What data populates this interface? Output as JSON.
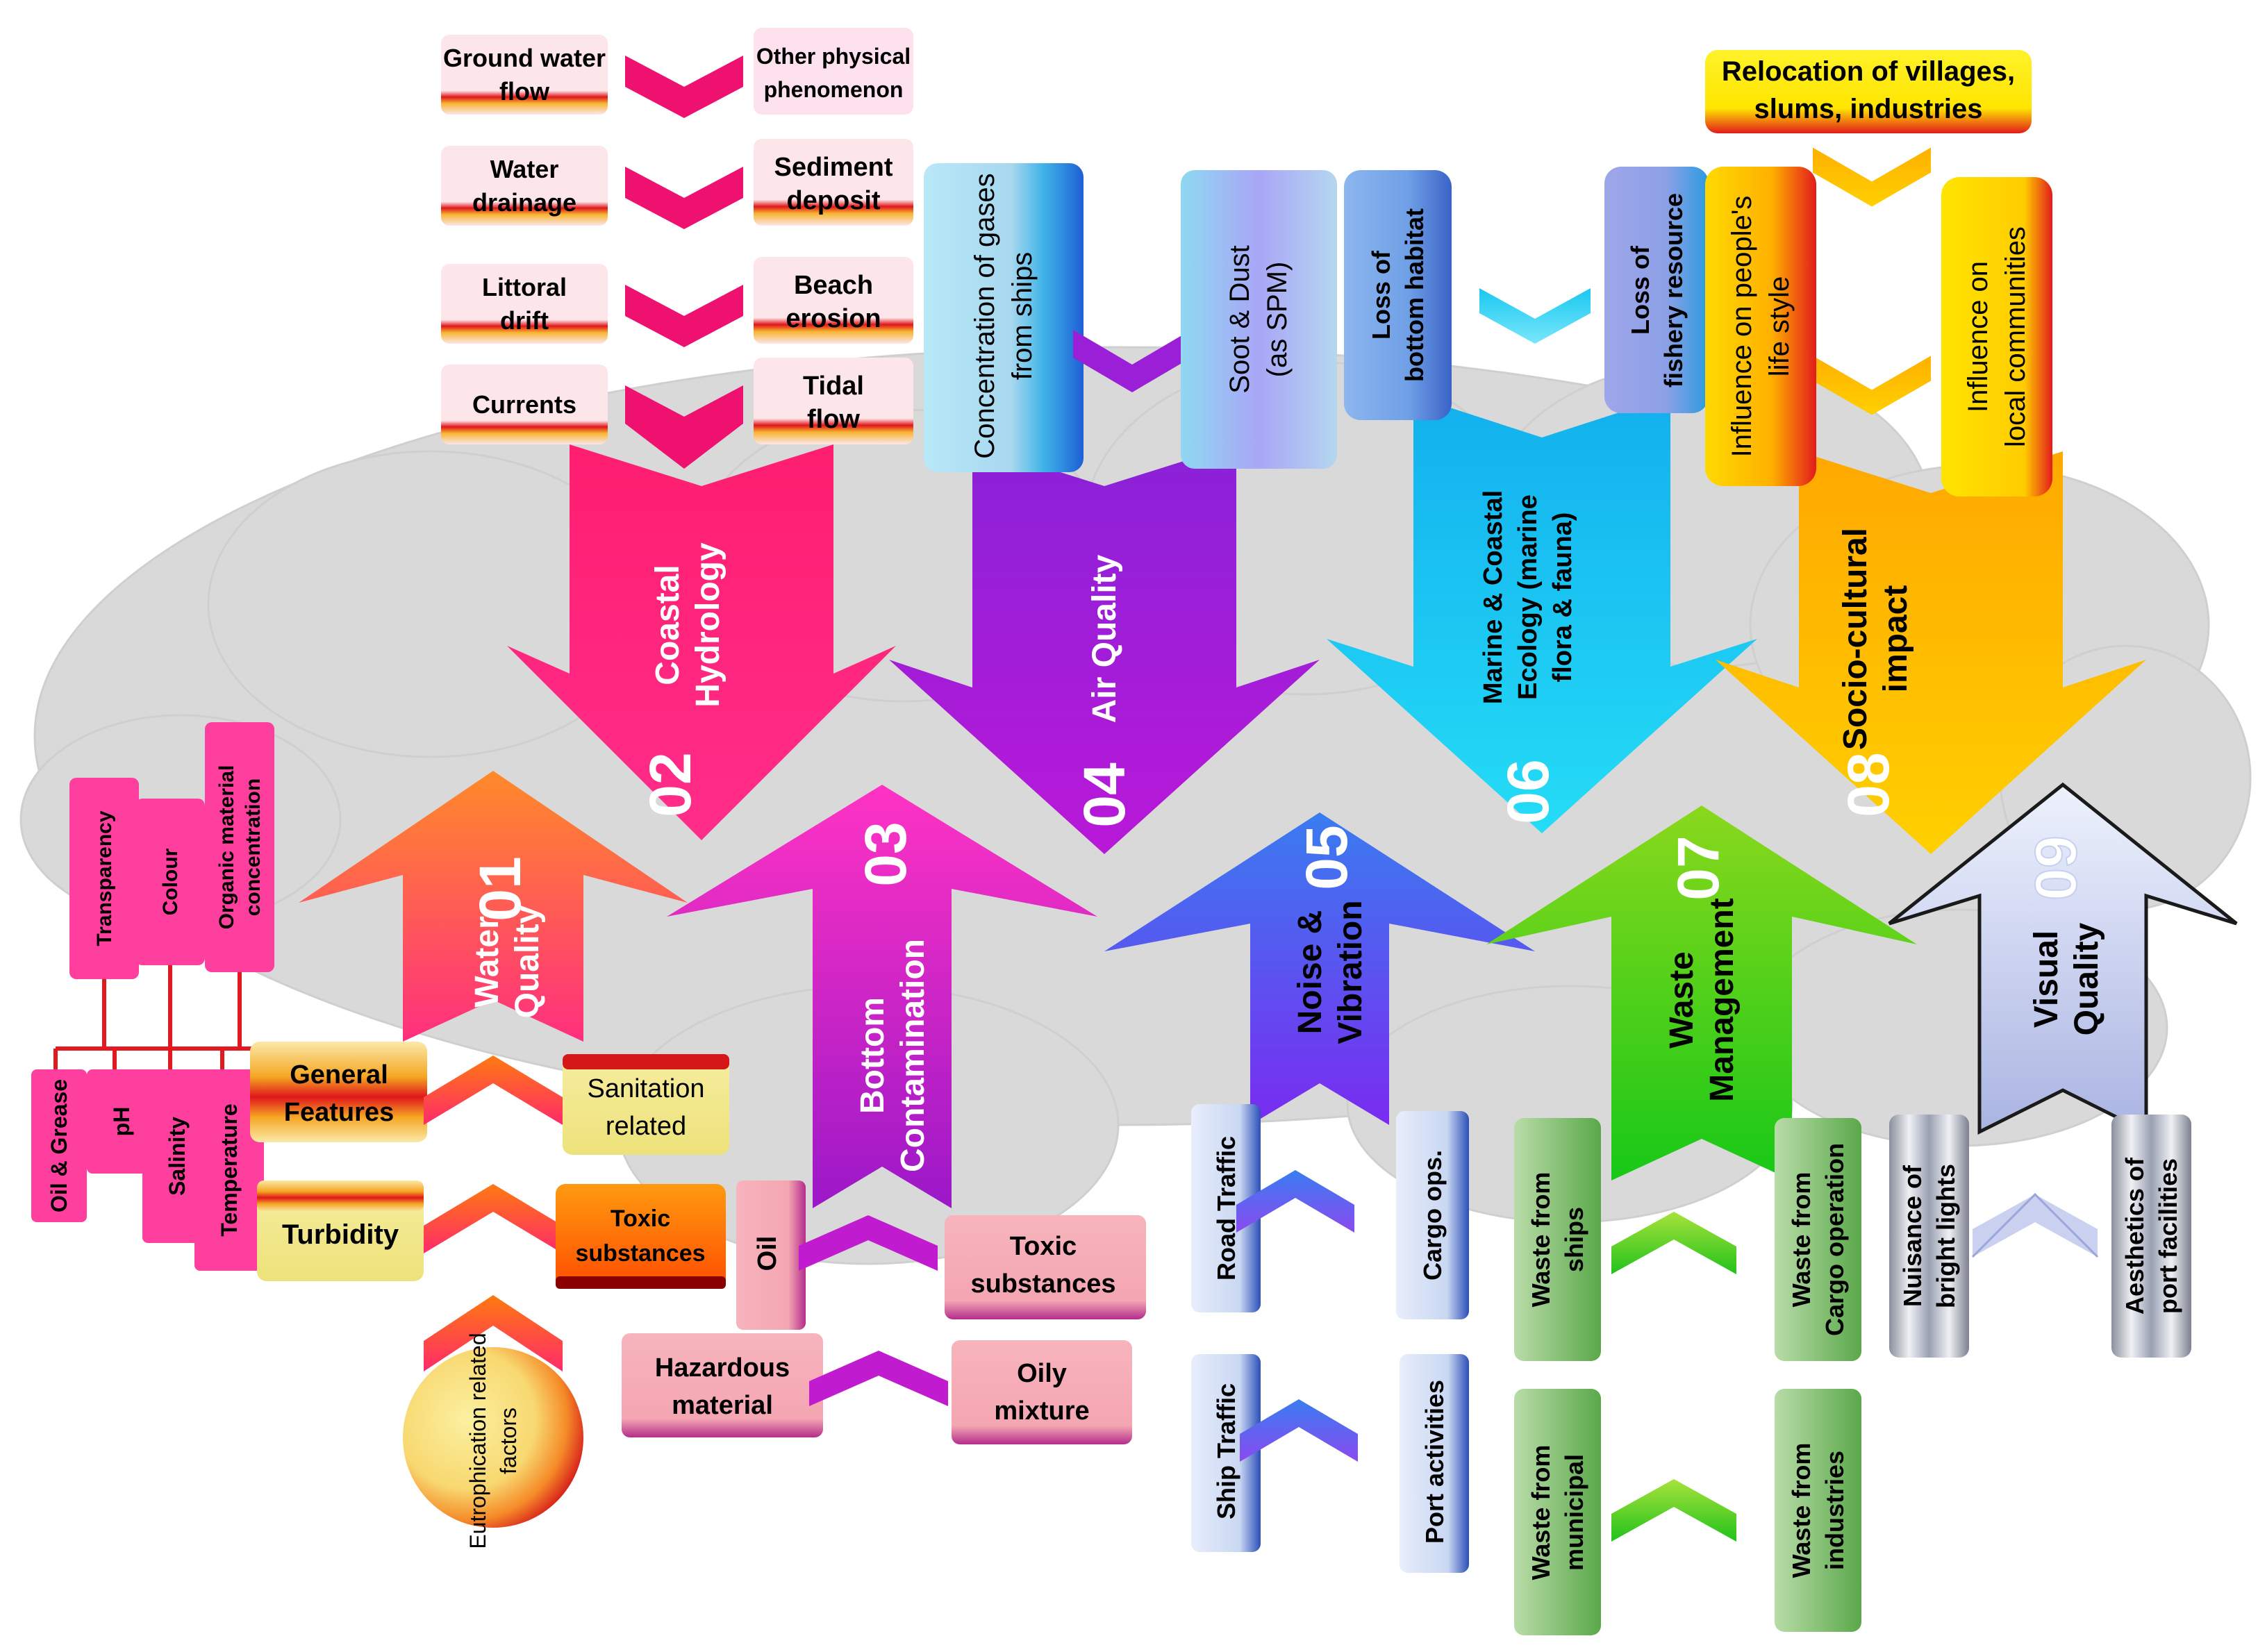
{
  "categories": [
    {
      "key": "c01",
      "number": "01",
      "title": [
        "Water",
        "Quality"
      ],
      "color_top": "#ff8a2a",
      "color_bottom": "#ff2f7e"
    },
    {
      "key": "c02",
      "number": "02",
      "title": [
        "Coastal",
        "Hydrology"
      ],
      "color_top": "#ff2d8a",
      "color_bottom": "#ff1e70"
    },
    {
      "key": "c03",
      "number": "03",
      "title": [
        "Bottom",
        "Contamination"
      ],
      "color_top": "#ff33c4",
      "color_bottom": "#9b18c8"
    },
    {
      "key": "c04",
      "number": "04",
      "title": [
        "Air Quality"
      ],
      "color_top": "#9b22d8",
      "color_bottom": "#b418d8"
    },
    {
      "key": "c05",
      "number": "05",
      "title": [
        "Noise &",
        "Vibration"
      ],
      "color_top": "#3a7cf0",
      "color_bottom": "#7a3bf0"
    },
    {
      "key": "c06",
      "number": "06",
      "title": [
        "Marine & Coastal",
        "Ecology (marine",
        "flora & fauna)"
      ],
      "color_top": "#12b9ee",
      "color_bottom": "#22d8f6"
    },
    {
      "key": "c07",
      "number": "07",
      "title": [
        "Waste",
        "Management"
      ],
      "color_top": "#8ad81c",
      "color_bottom": "#18c818"
    },
    {
      "key": "c08",
      "number": "08",
      "title": [
        "Socio-cultural",
        "impact"
      ],
      "color_top": "#ffb400",
      "color_bottom": "#ffc800"
    },
    {
      "key": "c09",
      "number": "09",
      "title": [
        "Visual",
        "Quality"
      ],
      "color_top": "#dfe6fb",
      "color_bottom": "#aeb8e6"
    }
  ],
  "water_quality": {
    "general_features": "General Features",
    "general_params": [
      "Oil & Grease",
      "pH",
      "Salinity",
      "Temperature"
    ],
    "upper_params": [
      "Transparency",
      "Colour",
      "Organic material concentration"
    ],
    "sanitation": "Sanitation related",
    "turbidity": "Turbidity",
    "toxic": "Toxic substances",
    "eutrophication": "Eutrophication related factors"
  },
  "coastal_hydrology": {
    "left": [
      "Ground water flow",
      "Water drainage",
      "Littoral drift",
      "Currents"
    ],
    "right": [
      "Other physical phenomenon",
      "Sediment deposit",
      "Beach erosion",
      "Tidal flow"
    ]
  },
  "bottom_contamination": {
    "oil": "Oil",
    "toxic": "Toxic substances",
    "hazardous": "Hazardous material",
    "oily": "Oily mixture"
  },
  "air_quality": {
    "gases": "Concentration of gases from ships",
    "soot": "Soot & Dust (as SPM)"
  },
  "noise": {
    "road": "Road Traffic",
    "cargo": "Cargo ops.",
    "ship": "Ship Traffic",
    "port": "Port activities"
  },
  "ecology": {
    "habitat": "Loss of bottom habitat",
    "fishery": "Loss of fishery resource"
  },
  "waste": {
    "ships": "Waste from ships",
    "cargo": "Waste from Cargo operation",
    "municipal": "Waste from municipal",
    "industries": "Waste from industries"
  },
  "socio": {
    "relocation": "Relocation of villages, slums, industries",
    "lifestyle": "Influence on people's life style",
    "communities": "Influence on local communities"
  },
  "visual": {
    "lights": "Nuisance of bright lights",
    "aesthetics": "Aesthetics of port facilities"
  }
}
